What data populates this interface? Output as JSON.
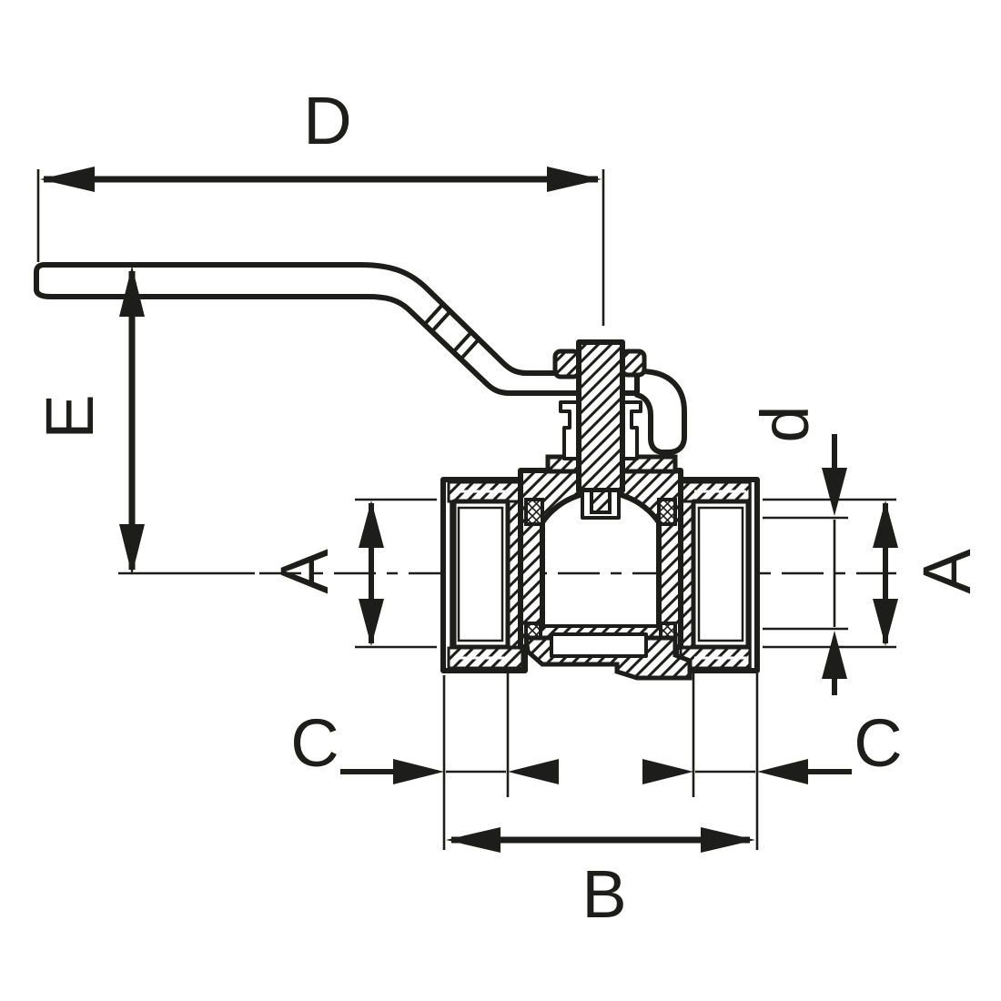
{
  "drawing": {
    "subject": "Ball valve cross-section with lever handle, dimensioned technical drawing",
    "background_color": "#ffffff",
    "line_color": "#1d1d1b",
    "dimension_labels": {
      "overall_length": "D",
      "handle_height": "E",
      "bore_diameter_left": "A",
      "bore_diameter_right": "A",
      "thread_diameter": "d",
      "thread_length_left": "C",
      "thread_length_right": "C",
      "body_length": "B"
    }
  }
}
